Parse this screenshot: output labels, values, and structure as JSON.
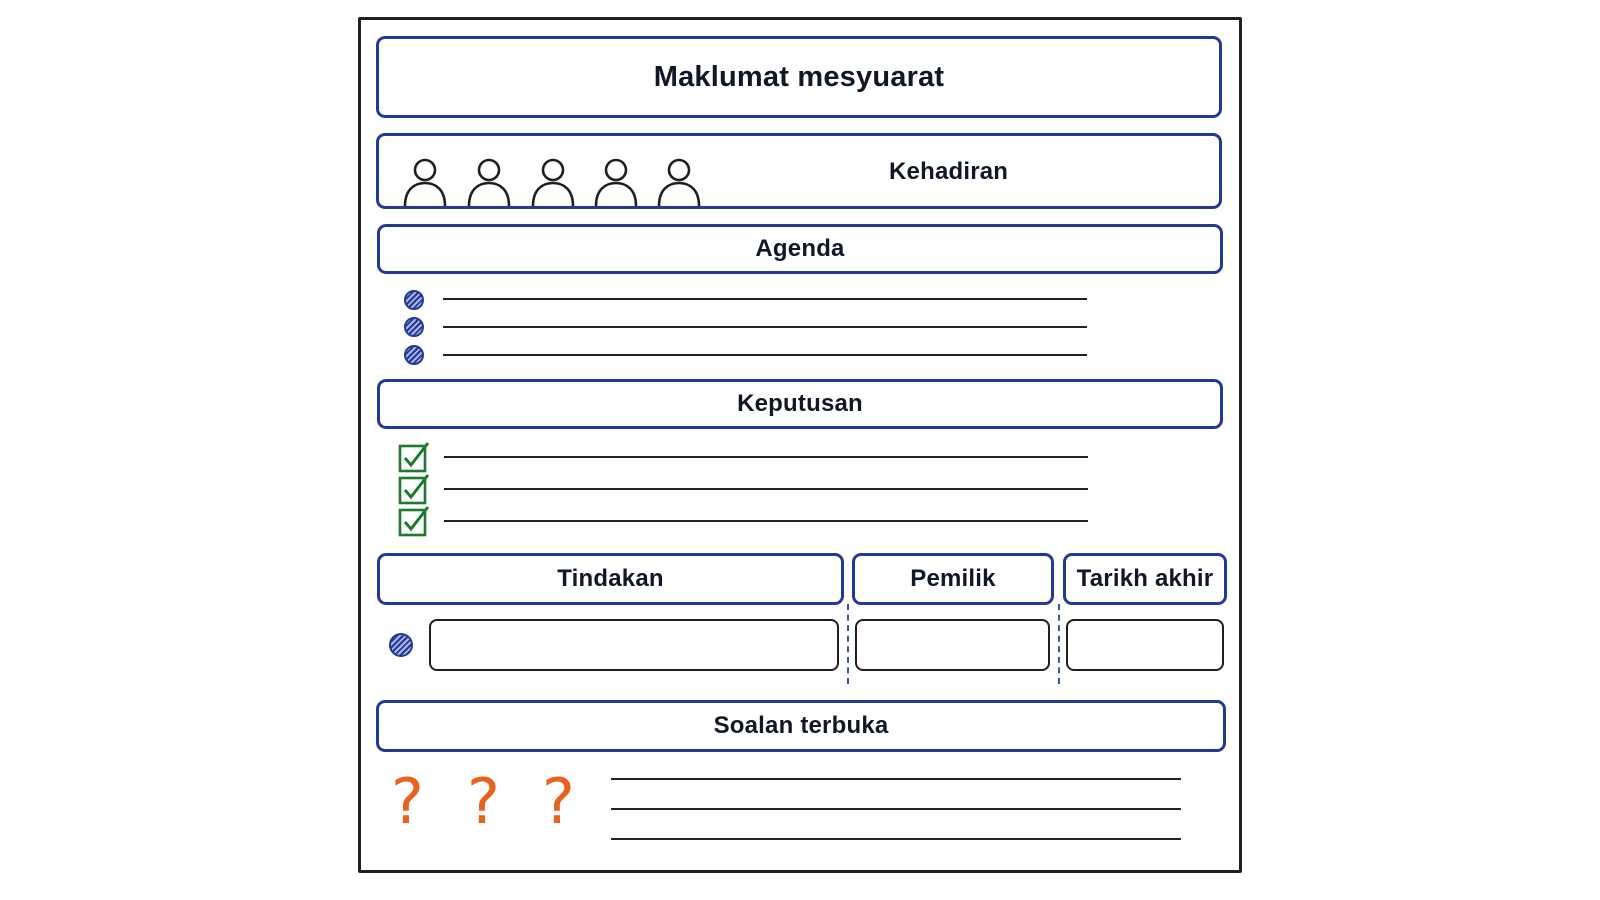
{
  "title": "Maklumat mesyuarat",
  "attendance": {
    "label": "Kehadiran",
    "people_count": 5
  },
  "agenda": {
    "label": "Agenda",
    "item_count": 3
  },
  "decisions": {
    "label": "Keputusan",
    "item_count": 3
  },
  "actions": {
    "columns": [
      "Tindakan",
      "Pemilik",
      "Tarikh akhir"
    ]
  },
  "open_questions": {
    "label": "Soalan terbuka",
    "marks": [
      "?",
      "?",
      "?"
    ]
  },
  "colors": {
    "header_border": "#233a94",
    "check": "#1f7a2e",
    "question": "#e8621c",
    "ink": "#1f1f1f"
  }
}
